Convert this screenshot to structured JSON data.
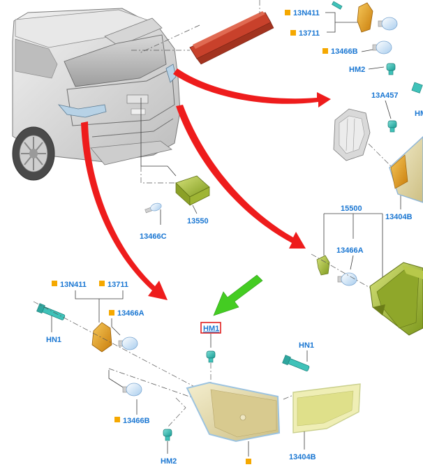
{
  "diagram": {
    "colors": {
      "label_text": "#1976d2",
      "callout_square": "#f5a800",
      "arrow_red": "#ee1c1c",
      "arrow_green": "#44cc22",
      "highlight_box": "#e02020",
      "socket_teal": "#2fb8b0",
      "bulb_blue": "#cfe4f7",
      "lamp_amber": "#e39a1b",
      "lamp_olive": "#a8c23a",
      "brake_light_red": "#c8412b"
    },
    "labels": {
      "tr_13n411": "13N411",
      "tr_13711": "13711",
      "tr_13466b": "13466B",
      "tr_hm2": "HM2",
      "tr_13a457": "13A457",
      "tr_hm_cut": "HM",
      "tr_13404b": "13404B",
      "mid_15500": "15500",
      "mid_13466a": "13466A",
      "plate_13466c": "13466C",
      "plate_13550": "13550",
      "bl_13n411": "13N411",
      "bl_13711": "13711",
      "bl_13466a": "13466A",
      "bl_hn1": "HN1",
      "bl_13466b": "13466B",
      "bl_hm2": "HM2",
      "bc_hm1": "HM1",
      "br_hn1": "HN1",
      "br_13404b": "13404B"
    },
    "icons": [
      "car-rear-view-icon",
      "high-mounted-brake-light-icon",
      "license-plate-lamp-icon",
      "tail-lamp-assembly-icon",
      "bulb-icon",
      "bulb-socket-icon",
      "wiring-connector-icon",
      "push-pin-fastener-icon",
      "red-pointer-arrow-icon",
      "green-pointer-arrow-icon"
    ]
  }
}
